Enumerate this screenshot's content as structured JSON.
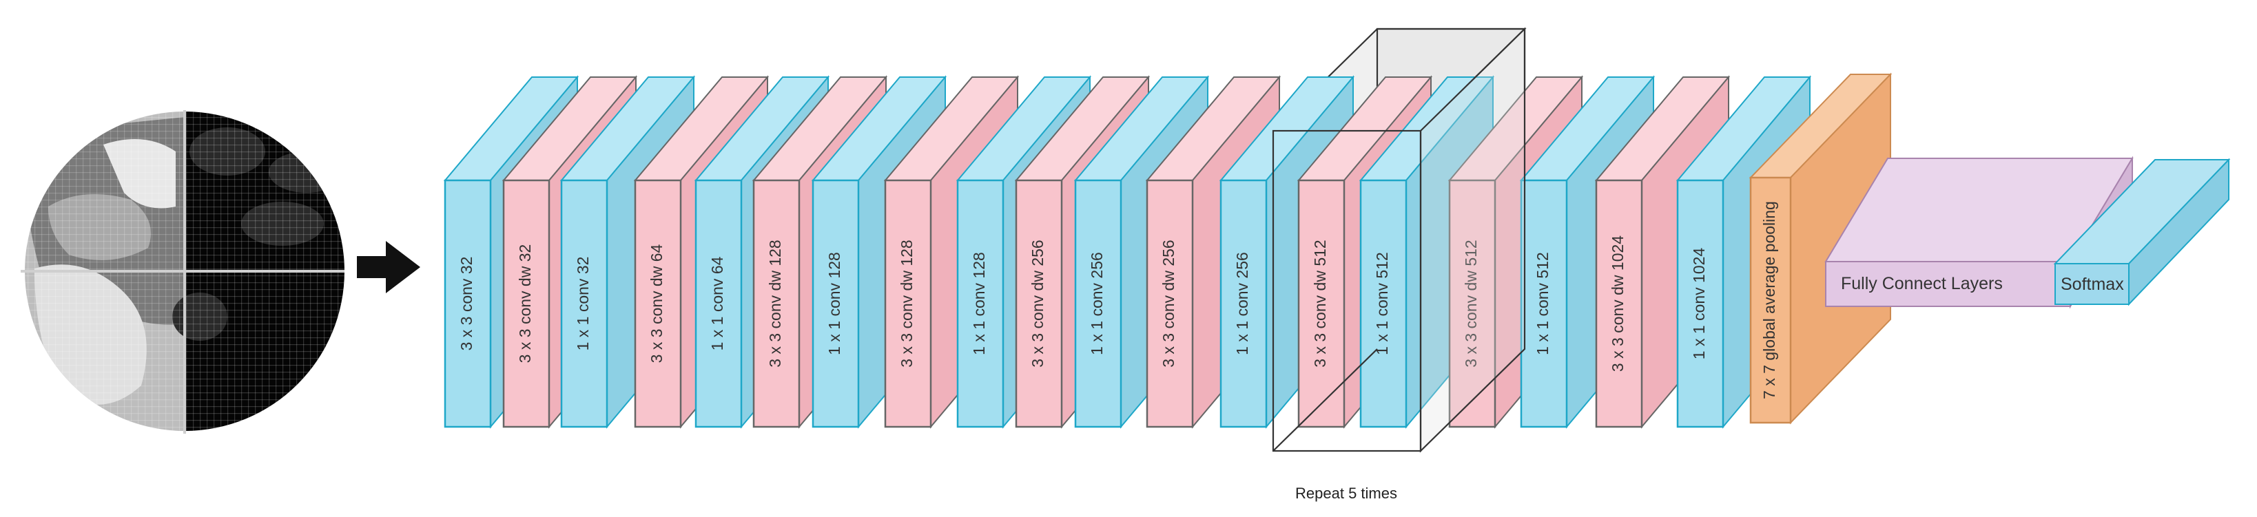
{
  "colors": {
    "conv_fill": "#a3dff0",
    "conv_side": "#8dd0e4",
    "conv_top": "#b8e8f6",
    "conv_stroke": "#1ea7c8",
    "dw_fill": "#f8c4cc",
    "dw_side": "#f0b1bb",
    "dw_top": "#fbd5db",
    "dw_stroke": "#666666",
    "pool_fill": "#f4b98a",
    "pool_side": "#eeaa75",
    "pool_top": "#f8cba5",
    "pool_stroke": "#cc8a50",
    "fc_fill": "#e2c8e4",
    "fc_side": "#d3b5d6",
    "fc_top": "#ead6ec",
    "fc_stroke": "#a883ad",
    "soft_fill": "#9fd9ed",
    "soft_side": "#88cde3",
    "soft_top": "#b4e4f3",
    "soft_stroke": "#1ea7c8",
    "repeat_fill": "#dddddd",
    "repeat_stroke": "#333333"
  },
  "input_image": {
    "icon": "grayscale-wafer-map-icon"
  },
  "flow_arrow": {
    "icon": "right-arrow-icon"
  },
  "layers": [
    {
      "kind": "conv",
      "label": "3 x 3 conv 32"
    },
    {
      "kind": "dw",
      "label": "3 x 3 conv dw 32"
    },
    {
      "kind": "conv",
      "label": "1 x 1 conv 32"
    },
    {
      "kind": "dw",
      "label": "3 x 3 conv dw 64"
    },
    {
      "kind": "conv",
      "label": "1 x 1 conv 64"
    },
    {
      "kind": "dw",
      "label": "3 x 3 conv dw 128"
    },
    {
      "kind": "conv",
      "label": "1 x 1 conv 128"
    },
    {
      "kind": "dw",
      "label": "3 x 3 conv dw 128"
    },
    {
      "kind": "conv",
      "label": "1 x 1 conv 128"
    },
    {
      "kind": "dw",
      "label": "3 x 3 conv dw 256"
    },
    {
      "kind": "conv",
      "label": "1 x 1 conv 256"
    },
    {
      "kind": "dw",
      "label": "3 x 3 conv dw 256"
    },
    {
      "kind": "conv",
      "label": "1 x 1 conv 256"
    },
    {
      "kind": "dw",
      "label": "3 x 3 conv dw 512"
    },
    {
      "kind": "conv",
      "label": "1 x 1 conv 512"
    },
    {
      "kind": "dw",
      "label": "3 x 3 conv dw 512"
    },
    {
      "kind": "conv",
      "label": "1 x 1 conv 512"
    },
    {
      "kind": "dw",
      "label": "3 x 3 conv dw 1024"
    },
    {
      "kind": "conv",
      "label": "1 x 1 conv 1024"
    },
    {
      "kind": "pool",
      "label": "7 x 7 global average pooling"
    }
  ],
  "fully_connected": {
    "label": "Fully Connect Layers"
  },
  "softmax": {
    "label": "Softmax"
  },
  "repeat": {
    "caption": "Repeat 5 times",
    "times": 5
  }
}
